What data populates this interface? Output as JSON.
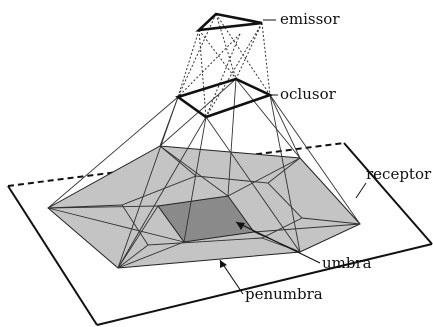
{
  "labels": {
    "emitter": "emissor",
    "occluder": "oclusor",
    "receiver": "receptor",
    "umbra": "umbra",
    "penumbra": "penumbra"
  },
  "colors": {
    "penumbra_fill": "#c4c4c4",
    "umbra_fill": "#8a8a8a",
    "stroke": "#111111"
  }
}
